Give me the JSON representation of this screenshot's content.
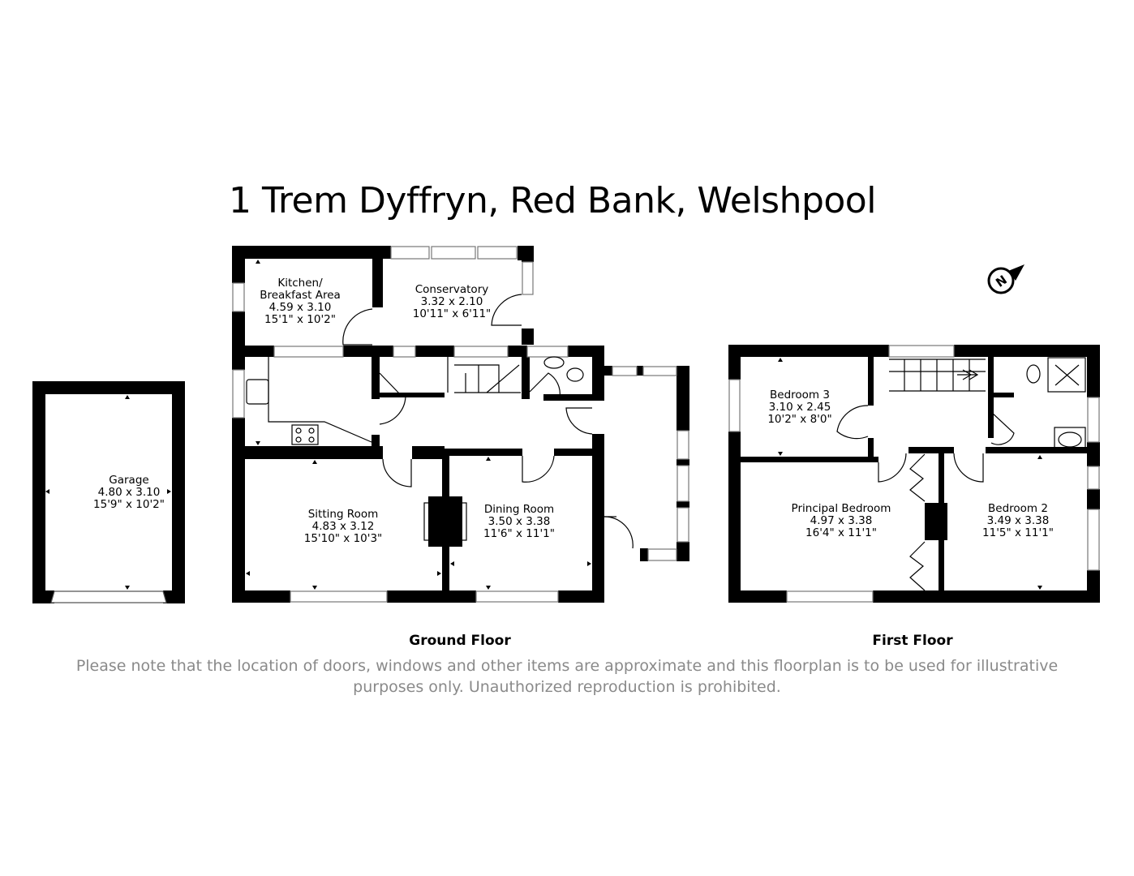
{
  "title": "1 Trem Dyffryn, Red Bank, Welshpool",
  "compass": {
    "icon": "north-compass-icon",
    "letter": "N"
  },
  "floors": [
    {
      "label": "Ground Floor"
    },
    {
      "label": "First Floor"
    }
  ],
  "rooms": {
    "garage": {
      "name": "Garage",
      "metric": "4.80 x 3.10",
      "imperial": "15'9\" x 10'2\""
    },
    "kitchen": {
      "name": "Kitchen/",
      "name2": "Breakfast Area",
      "metric": "4.59 x 3.10",
      "imperial": "15'1\" x 10'2\""
    },
    "conservatory": {
      "name": "Conservatory",
      "metric": "3.32 x 2.10",
      "imperial": "10'11\" x 6'11\""
    },
    "sitting": {
      "name": "Sitting Room",
      "metric": "4.83 x 3.12",
      "imperial": "15'10\" x 10'3\""
    },
    "dining": {
      "name": "Dining Room",
      "metric": "3.50 x 3.38",
      "imperial": "11'6\" x 11'1\""
    },
    "bedroom3": {
      "name": "Bedroom 3",
      "metric": "3.10 x 2.45",
      "imperial": "10'2\" x 8'0\""
    },
    "principal": {
      "name": "Principal Bedroom",
      "metric": "4.97 x 3.38",
      "imperial": "16'4\" x 11'1\""
    },
    "bedroom2": {
      "name": "Bedroom 2",
      "metric": "3.49 x 3.38",
      "imperial": "11'5\" x 11'1\""
    }
  },
  "disclaimer": {
    "line1": "Please note that the location of doors, windows and other items are approximate and this floorplan is to be used for illustrative",
    "line2": "purposes only. Unauthorized reproduction is prohibited."
  }
}
